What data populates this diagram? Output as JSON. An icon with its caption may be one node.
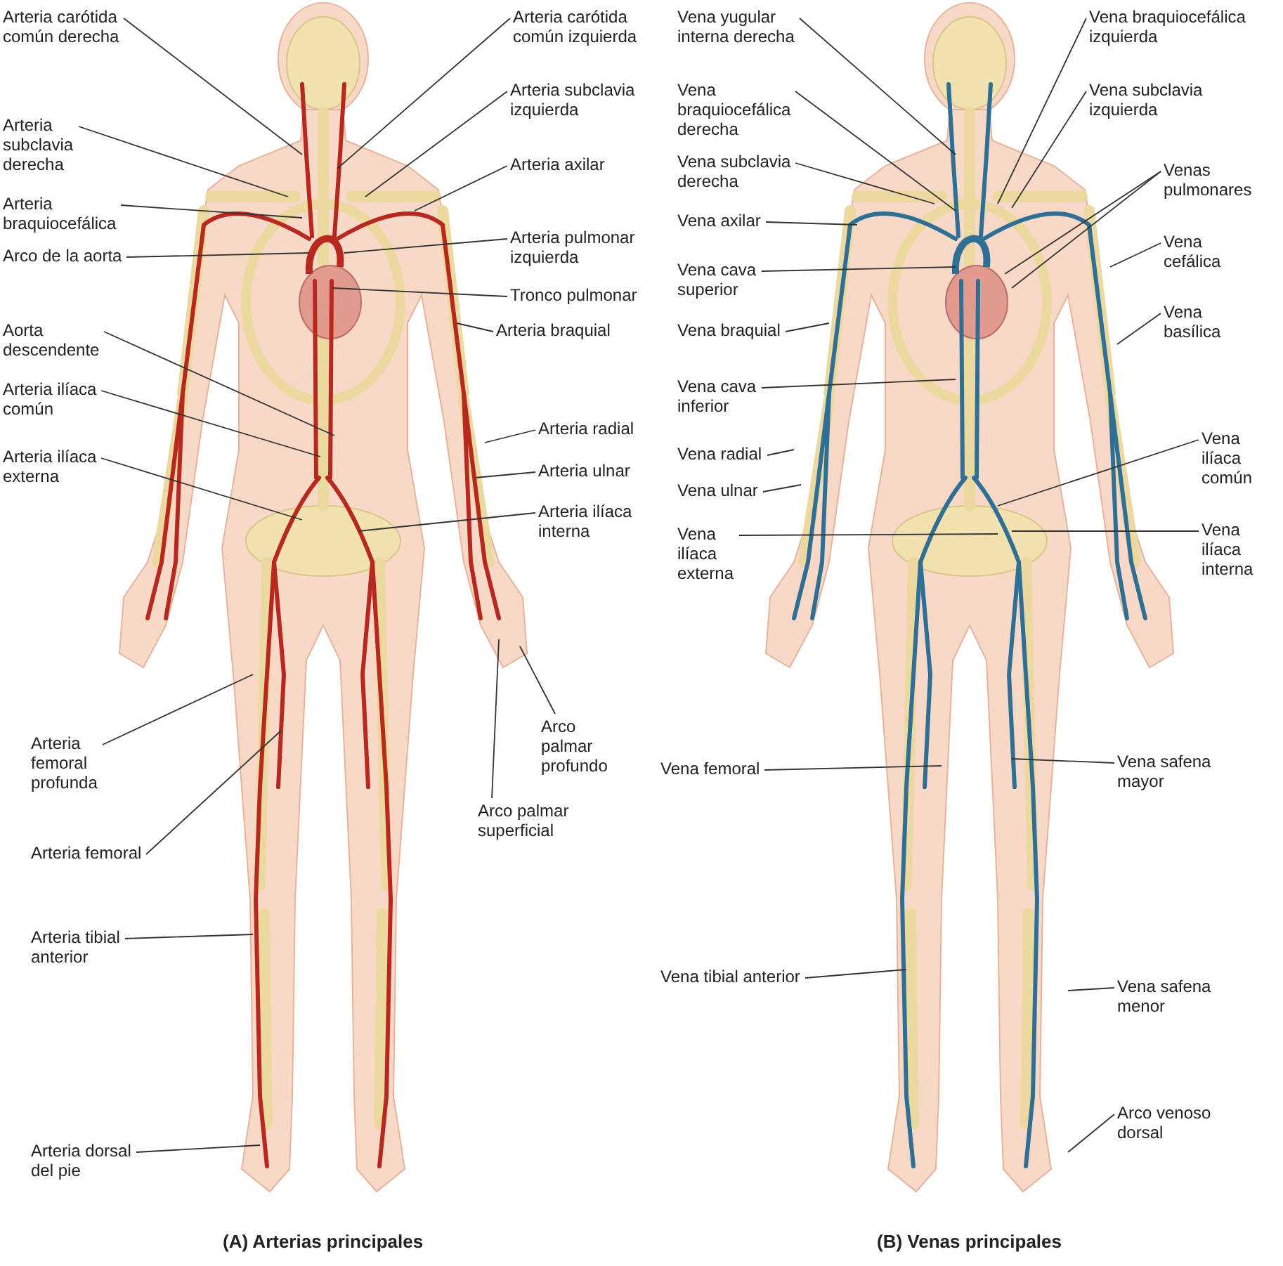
{
  "diagram": {
    "nodes": [
      {
        "text": [
          "Arteria carótida común derecha"
        ]
      },
      {
        "text": [
          "Arteria subclavia derecha"
        ]
      },
      {
        "text": [
          "Arteria braquiocefálica"
        ]
      },
      {
        "text": [
          "Arco de la aorta"
        ]
      },
      {
        "text": [
          "Aorta descendente"
        ]
      },
      {
        "text": [
          "Arteria ilíaca común"
        ]
      },
      {
        "text": [
          "Arteria ilíaca externa"
        ]
      },
      {
        "text": [
          "Arteria femoral profunda"
        ]
      },
      {
        "text": [
          "Arteria femoral"
        ]
      },
      {
        "text": [
          "Arteria tibial anterior"
        ]
      },
      {
        "text": [
          "Arteria dorsal del pie"
        ]
      },
      {
        "text": [
          "Arteria carótida común izquierda"
        ]
      },
      {
        "text": [
          "Arteria subclavia izquierda"
        ]
      },
      {
        "text": [
          "Arteria axilar"
        ]
      },
      {
        "text": [
          "Arteria pulmonar izquierda"
        ]
      },
      {
        "text": [
          "Tronco pulmonar"
        ]
      },
      {
        "text": [
          "Arteria braquial"
        ]
      },
      {
        "text": [
          "Arteria radial"
        ]
      },
      {
        "text": [
          "Arteria ulnar"
        ]
      },
      {
        "text": [
          "Arteria ilíaca interna"
        ]
      },
      {
        "text": [
          "Arco palmar profundo"
        ]
      },
      {
        "text": [
          "Arco palmar superficial"
        ]
      },
      {
        "text": [
          "Vena yugular interna derecha"
        ]
      },
      {
        "text": [
          "Vena braquiocefálica derecha"
        ]
      },
      {
        "text": [
          "Vena subclavia derecha"
        ]
      },
      {
        "text": [
          "Vena axilar"
        ]
      },
      {
        "text": [
          "Vena cava superior"
        ]
      },
      {
        "text": [
          "Vena braquial"
        ]
      },
      {
        "text": [
          "Vena cava inferior"
        ]
      },
      {
        "text": [
          "Vena radial"
        ]
      },
      {
        "text": [
          "Vena ulnar"
        ]
      },
      {
        "text": [
          "Vena ilíaca externa"
        ]
      },
      {
        "text": [
          "Vena femoral"
        ]
      },
      {
        "text": [
          "Vena tibial anterior"
        ]
      },
      {
        "text": [
          "Vena braquiocefálica izquierda"
        ]
      },
      {
        "text": [
          "Vena subclavia izquierda"
        ]
      },
      {
        "text": [
          "Venas pulmonares"
        ]
      },
      {
        "text": [
          "Vena cefálica"
        ]
      },
      {
        "text": [
          "Vena basílica"
        ]
      },
      {
        "text": [
          "Vena ilíaca común"
        ]
      },
      {
        "text": [
          "Vena ilíaca interna"
        ]
      },
      {
        "text": [
          "Vena safena mayor"
        ]
      },
      {
        "text": [
          "Vena safena menor"
        ]
      },
      {
        "text": [
          "Arco venoso dorsal"
        ]
      }
    ],
    "edges": [
      {
        "from": 0,
        "to": null,
        "arrow": "none"
      },
      {
        "from": 1,
        "to": null,
        "arrow": "none"
      },
      {
        "from": 2,
        "to": null,
        "arrow": "none"
      },
      {
        "from": 3,
        "to": null,
        "arrow": "none"
      },
      {
        "from": 4,
        "to": null,
        "arrow": "none"
      },
      {
        "from": 5,
        "to": null,
        "arrow": "none"
      },
      {
        "from": 6,
        "to": null,
        "arrow": "none"
      },
      {
        "from": 7,
        "to": null,
        "arrow": "none"
      },
      {
        "from": 8,
        "to": null,
        "arrow": "none"
      },
      {
        "from": 9,
        "to": null,
        "arrow": "none"
      },
      {
        "from": 10,
        "to": null,
        "arrow": "none"
      },
      {
        "from": 11,
        "to": null,
        "arrow": "none"
      },
      {
        "from": 12,
        "to": null,
        "arrow": "none"
      },
      {
        "from": 13,
        "to": null,
        "arrow": "none"
      },
      {
        "from": 14,
        "to": null,
        "arrow": "none"
      },
      {
        "from": 15,
        "to": null,
        "arrow": "none"
      },
      {
        "from": 16,
        "to": null,
        "arrow": "none"
      },
      {
        "from": 17,
        "to": null,
        "arrow": "none"
      },
      {
        "from": 18,
        "to": null,
        "arrow": "none"
      },
      {
        "from": 19,
        "to": null,
        "arrow": "none"
      },
      {
        "from": 20,
        "to": null,
        "arrow": "none"
      },
      {
        "from": 21,
        "to": null,
        "arrow": "none"
      },
      {
        "from": 22,
        "to": null,
        "arrow": "none"
      },
      {
        "from": 23,
        "to": null,
        "arrow": "none"
      },
      {
        "from": 24,
        "to": null,
        "arrow": "none"
      },
      {
        "from": 25,
        "to": null,
        "arrow": "none"
      },
      {
        "from": 26,
        "to": null,
        "arrow": "none"
      },
      {
        "from": 27,
        "to": null,
        "arrow": "none"
      },
      {
        "from": 28,
        "to": null,
        "arrow": "none"
      },
      {
        "from": 29,
        "to": null,
        "arrow": "none"
      },
      {
        "from": 30,
        "to": null,
        "arrow": "none"
      },
      {
        "from": 31,
        "to": null,
        "arrow": "none"
      },
      {
        "from": 32,
        "to": null,
        "arrow": "none"
      },
      {
        "from": 33,
        "to": null,
        "arrow": "none"
      },
      {
        "from": 34,
        "to": null,
        "arrow": "none"
      },
      {
        "from": 35,
        "to": null,
        "arrow": "none"
      },
      {
        "from": 36,
        "to": null,
        "arrow": "none"
      },
      {
        "from": 36,
        "to": null,
        "arrow": "none"
      },
      {
        "from": 37,
        "to": null,
        "arrow": "none"
      },
      {
        "from": 38,
        "to": null,
        "arrow": "none"
      },
      {
        "from": 39,
        "to": null,
        "arrow": "none"
      },
      {
        "from": 40,
        "to": null,
        "arrow": "none"
      },
      {
        "from": 41,
        "to": null,
        "arrow": "none"
      },
      {
        "from": 42,
        "to": null,
        "arrow": "none"
      },
      {
        "from": 43,
        "to": null,
        "arrow": "none"
      }
    ],
    "labels": [
      "(A) Arterias principales",
      "(B) Venas principales"
    ]
  }
}
